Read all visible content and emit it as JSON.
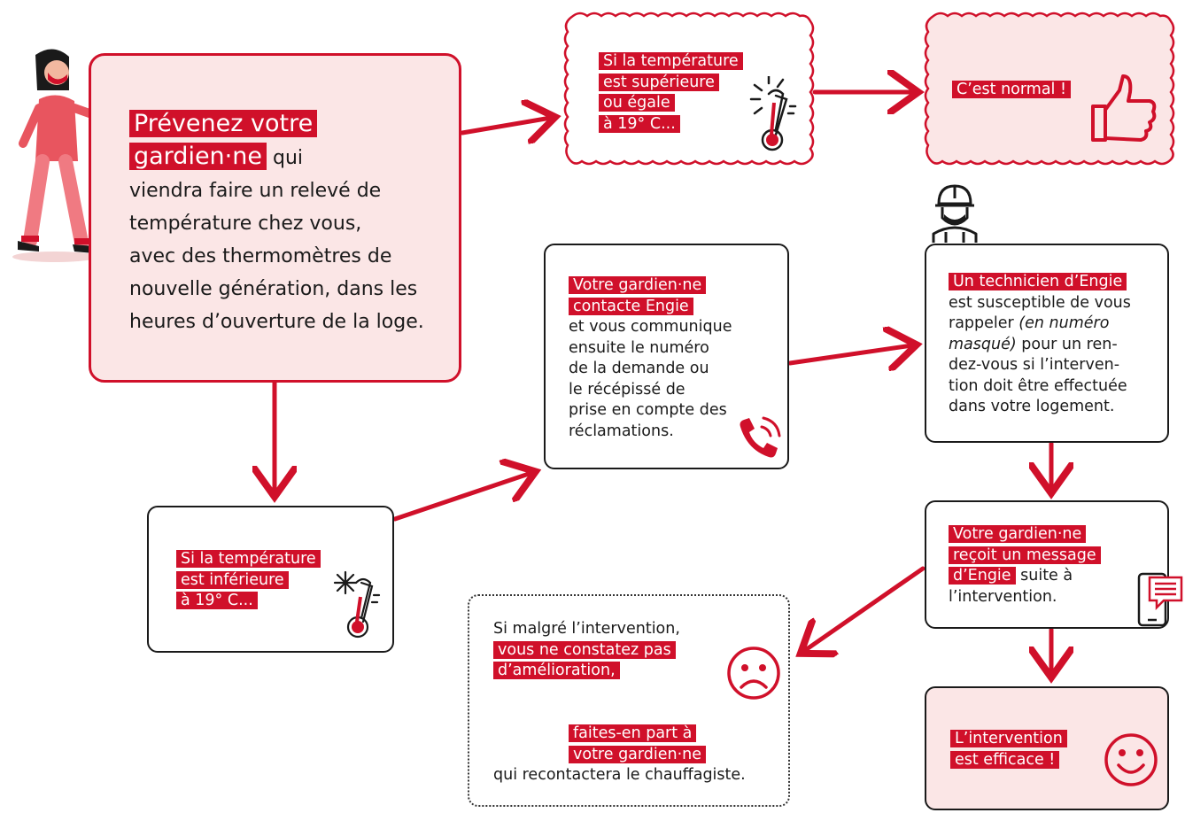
{
  "main_box": {
    "title_line1": "Prévenez votre",
    "title_line2": "gardien·ne",
    "title_tail": " qui",
    "body_lines": [
      "viendra faire un relevé de",
      "température chez vous,",
      "avec des thermomètres de",
      "nouvelle génération, dans les",
      "heures d’ouverture de la loge."
    ]
  },
  "box_sup": {
    "lines": [
      "Si la température",
      "est supérieure",
      "ou égale",
      "à 19° C..."
    ]
  },
  "box_normal": {
    "label": "C’est normal !"
  },
  "box_inf": {
    "lines": [
      "Si la température",
      "est inférieure",
      "à 19° C..."
    ]
  },
  "box_gardien": {
    "hl_lines": [
      "Votre gardien·ne",
      "contacte Engie"
    ],
    "lines": [
      "et vous communique",
      "ensuite le numéro",
      "de la demande ou",
      "le récépissé de",
      "prise en compte des",
      "réclamations."
    ]
  },
  "box_technicien": {
    "hl_line": "Un technicien d’Engie",
    "line1": "est susceptible de vous",
    "line2_pre": "rappeler ",
    "line2_em": "(en numéro",
    "line3_em": "masqué)",
    "line3_post": " pour un ren-",
    "line4": "dez-vous si l’interven-",
    "line5": "tion doit être effectuée",
    "line6": "dans votre logement."
  },
  "box_message": {
    "hl_lines": [
      "Votre gardien·ne",
      "reçoit un message",
      "d’Engie"
    ],
    "tail": " suite à",
    "line_last": "l’intervention."
  },
  "box_malgre": {
    "line1": "Si malgré l’intervention,",
    "hl_lines": [
      "vous ne constatez pas",
      "d’amélioration,"
    ],
    "hl_lines2": [
      "faites-en part à",
      "votre gardien·ne"
    ],
    "line_last": "qui recontactera le chauffagiste."
  },
  "box_efficace": {
    "hl_lines": [
      "L’intervention",
      "est efficace !"
    ]
  },
  "icons": [
    "woman-figure-icon",
    "thermometer-hot-icon",
    "thumbs-up-icon",
    "technician-icon",
    "phone-icon",
    "thermometer-cold-icon",
    "sad-face-icon",
    "smartphone-message-icon",
    "smile-face-icon"
  ],
  "colors": {
    "accent": "#d0102a",
    "pink_fill": "#fbe6e6",
    "ink": "#1a1a1a"
  }
}
